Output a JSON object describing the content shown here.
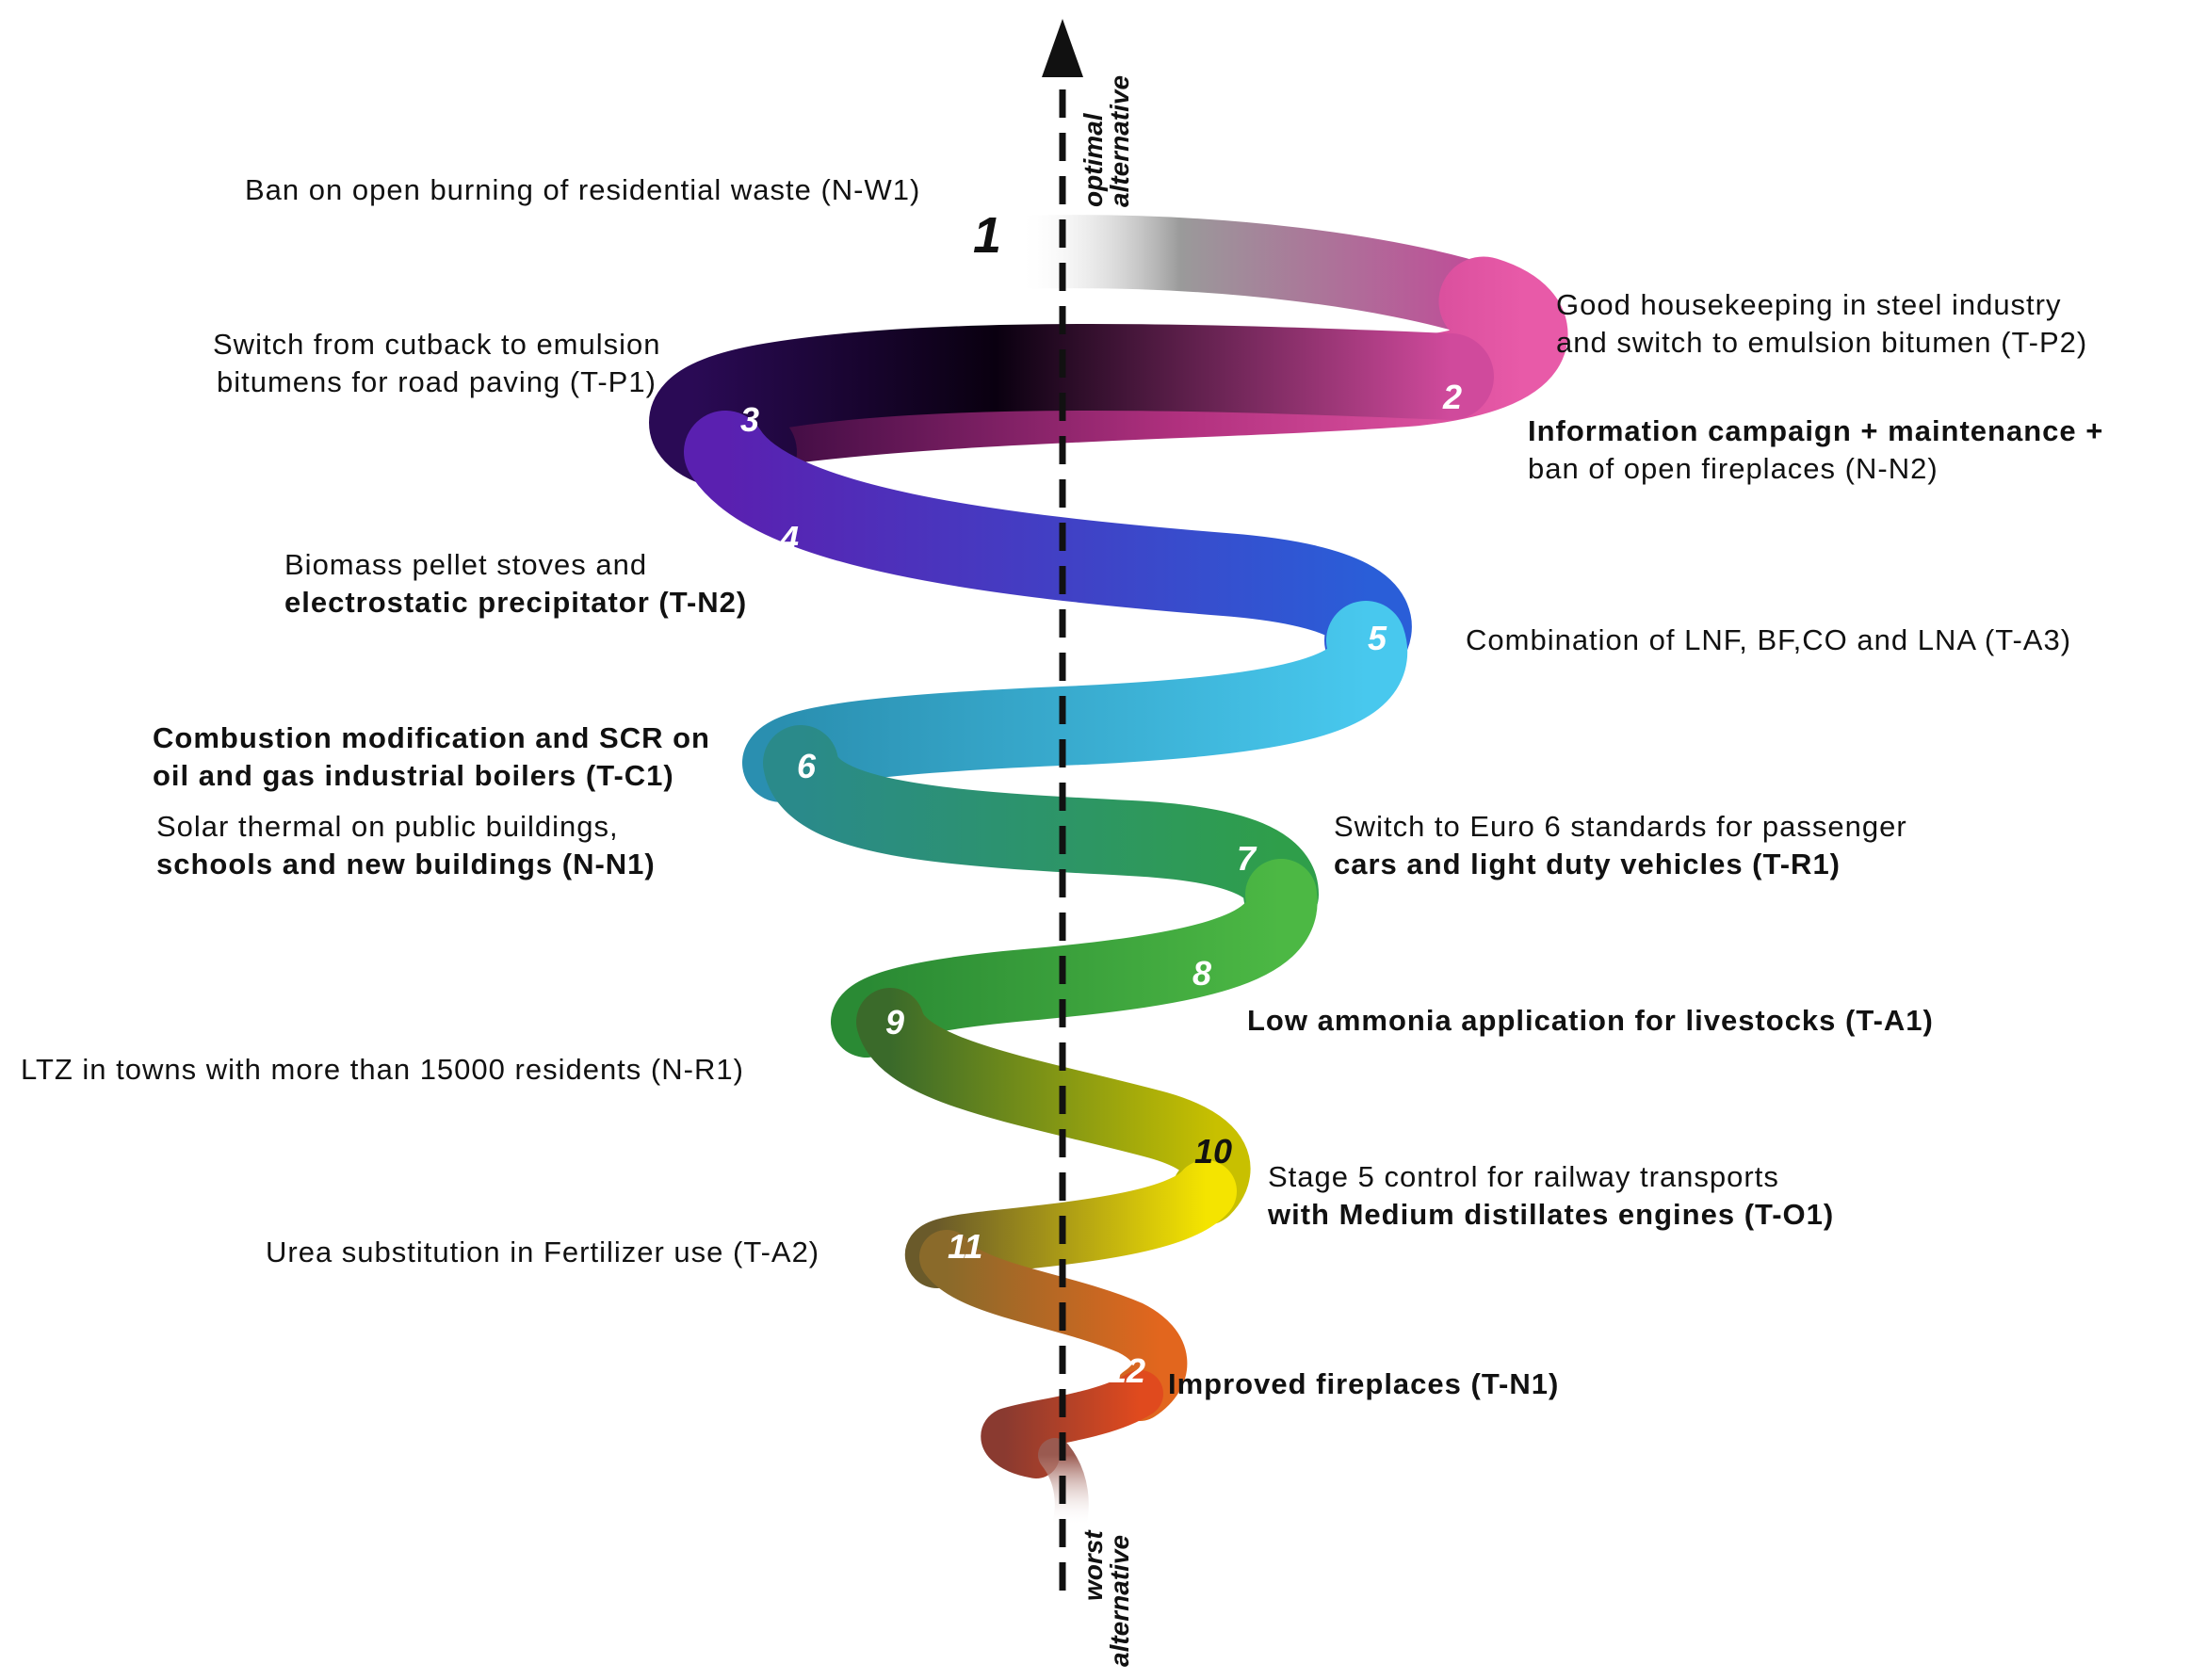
{
  "axis": {
    "top_label_1": "optimal",
    "top_label_2": "alternative",
    "bottom_label_1": "worst",
    "bottom_label_2": "alternative"
  },
  "ranks": [
    "1",
    "2",
    "3",
    "4",
    "5",
    "6",
    "7",
    "8",
    "9",
    "10",
    "11",
    "12"
  ],
  "labels": {
    "nw1": "Ban on open burning of residential waste (N-W1)",
    "tp2_a": "Good housekeeping in steel industry",
    "tp2_b": "and switch to emulsion bitumen (T-P2)",
    "tp1_a": "Switch from cutback to emulsion",
    "tp1_b": "bitumens for road paving (T-P1)",
    "nn2_a": "Information campaign + maintenance +",
    "nn2_b": "ban of open fireplaces (N-N2)",
    "tn2_a": "Biomass pellet stoves and",
    "tn2_b": "electrostatic precipitator (T-N2)",
    "ta3": "Combination of LNF, BF,CO and LNA (T-A3)",
    "tc1_a": "Combustion modification and SCR on",
    "tc1_b": "oil and gas industrial boilers (T-C1)",
    "nn1_a": "Solar thermal on public buildings,",
    "nn1_b": "schools and new buildings (N-N1)",
    "tr1_a": "Switch to Euro 6 standards for passenger",
    "tr1_b": "cars and light duty vehicles (T-R1)",
    "ta1": "Low ammonia application for livestocks (T-A1)",
    "nr1": "LTZ in towns with more than 15000 residents (N-R1)",
    "to1_a": "Stage 5 control for railway transports",
    "to1_b": "with Medium distillates engines (T-O1)",
    "ta2": "Urea substitution in Fertilizer use (T-A2)",
    "tn1": "Improved fireplaces (T-N1)"
  },
  "colors": {
    "grey": "#9a9a9a",
    "magenta": "#e0489e",
    "black": "#1a0018",
    "purple": "#6a20b8",
    "blue": "#2a4fd6",
    "cyan": "#3fc0e6",
    "teal": "#2f9a9a",
    "green": "#3aa63a",
    "olive": "#8a8a2a",
    "yellow": "#f0e000",
    "orange": "#e06a20",
    "red": "#d4321e"
  }
}
